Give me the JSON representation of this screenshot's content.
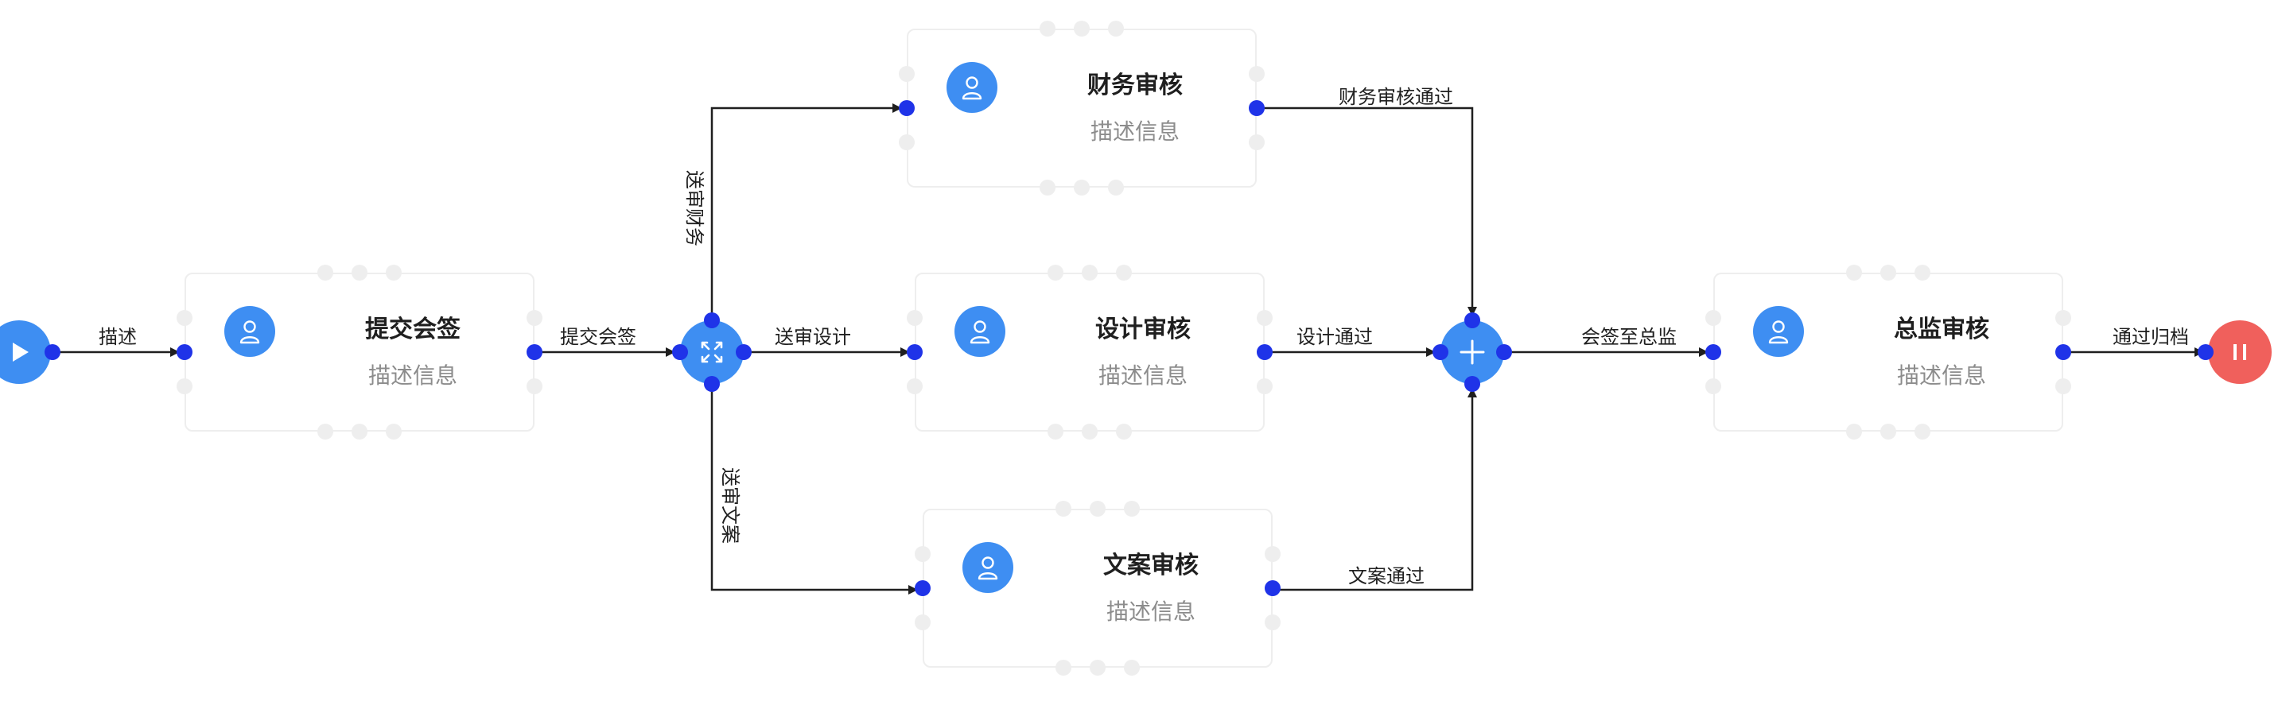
{
  "colors": {
    "node_accent": "#3e8ef2",
    "port": "#1f33e8",
    "end_event": "#f0605c",
    "edge": "#1f1f1f",
    "card_border": "#eeeeee",
    "desc_text": "#8c8c8c"
  },
  "events": [
    {
      "id": "start",
      "icon": "play-icon"
    },
    {
      "id": "end",
      "icon": "pause-icon"
    }
  ],
  "gateways": [
    {
      "id": "split",
      "icon": "fork-icon"
    },
    {
      "id": "join",
      "icon": "plus-icon"
    }
  ],
  "nodes": [
    {
      "id": "submit",
      "title": "提交会签",
      "desc": "描述信息",
      "icon": "user-icon"
    },
    {
      "id": "finance",
      "title": "财务审核",
      "desc": "描述信息",
      "icon": "user-icon"
    },
    {
      "id": "design",
      "title": "设计审核",
      "desc": "描述信息",
      "icon": "user-icon"
    },
    {
      "id": "copy",
      "title": "文案审核",
      "desc": "描述信息",
      "icon": "user-icon"
    },
    {
      "id": "director",
      "title": "总监审核",
      "desc": "描述信息",
      "icon": "user-icon"
    }
  ],
  "edges": [
    {
      "id": "start-submit",
      "from": "start",
      "to": "submit",
      "label": "描述"
    },
    {
      "id": "submit-split",
      "from": "submit",
      "to": "split",
      "label": "提交会签"
    },
    {
      "id": "split-finance",
      "from": "split",
      "to": "finance",
      "label": "送审财务"
    },
    {
      "id": "split-design",
      "from": "split",
      "to": "design",
      "label": "送审设计"
    },
    {
      "id": "split-copy",
      "from": "split",
      "to": "copy",
      "label": "送审文案"
    },
    {
      "id": "finance-join",
      "from": "finance",
      "to": "join",
      "label": "财务审核通过"
    },
    {
      "id": "design-join",
      "from": "design",
      "to": "join",
      "label": "设计通过"
    },
    {
      "id": "copy-join",
      "from": "copy",
      "to": "join",
      "label": "文案通过"
    },
    {
      "id": "join-director",
      "from": "join",
      "to": "director",
      "label": "会签至总监"
    },
    {
      "id": "director-end",
      "from": "director",
      "to": "end",
      "label": "通过归档"
    }
  ]
}
